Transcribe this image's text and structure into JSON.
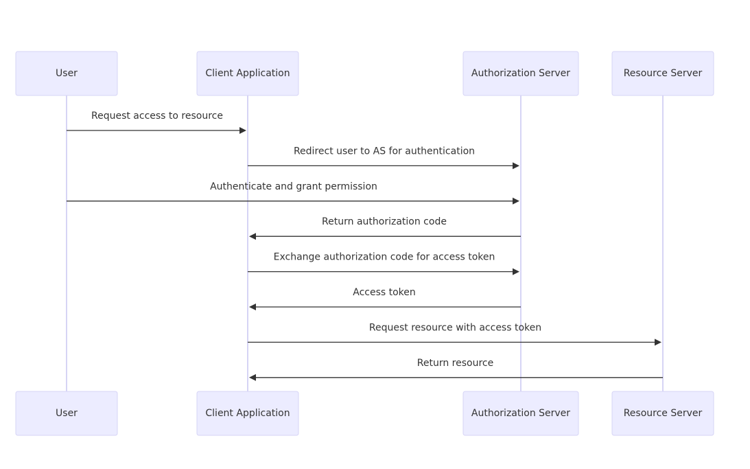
{
  "participants": [
    {
      "id": "user",
      "name": "User"
    },
    {
      "id": "client",
      "name": "Client Application"
    },
    {
      "id": "as",
      "name": "Authorization Server"
    },
    {
      "id": "rs",
      "name": "Resource Server"
    }
  ],
  "messages": [
    {
      "from": "user",
      "to": "client",
      "text": "Request access to resource"
    },
    {
      "from": "client",
      "to": "as",
      "text": "Redirect user to AS for authentication"
    },
    {
      "from": "user",
      "to": "as",
      "text": "Authenticate and grant permission"
    },
    {
      "from": "as",
      "to": "client",
      "text": "Return authorization code"
    },
    {
      "from": "client",
      "to": "as",
      "text": "Exchange authorization code for access token"
    },
    {
      "from": "as",
      "to": "client",
      "text": "Access token"
    },
    {
      "from": "client",
      "to": "rs",
      "text": "Request resource with access token"
    },
    {
      "from": "rs",
      "to": "client",
      "text": "Return resource"
    }
  ]
}
